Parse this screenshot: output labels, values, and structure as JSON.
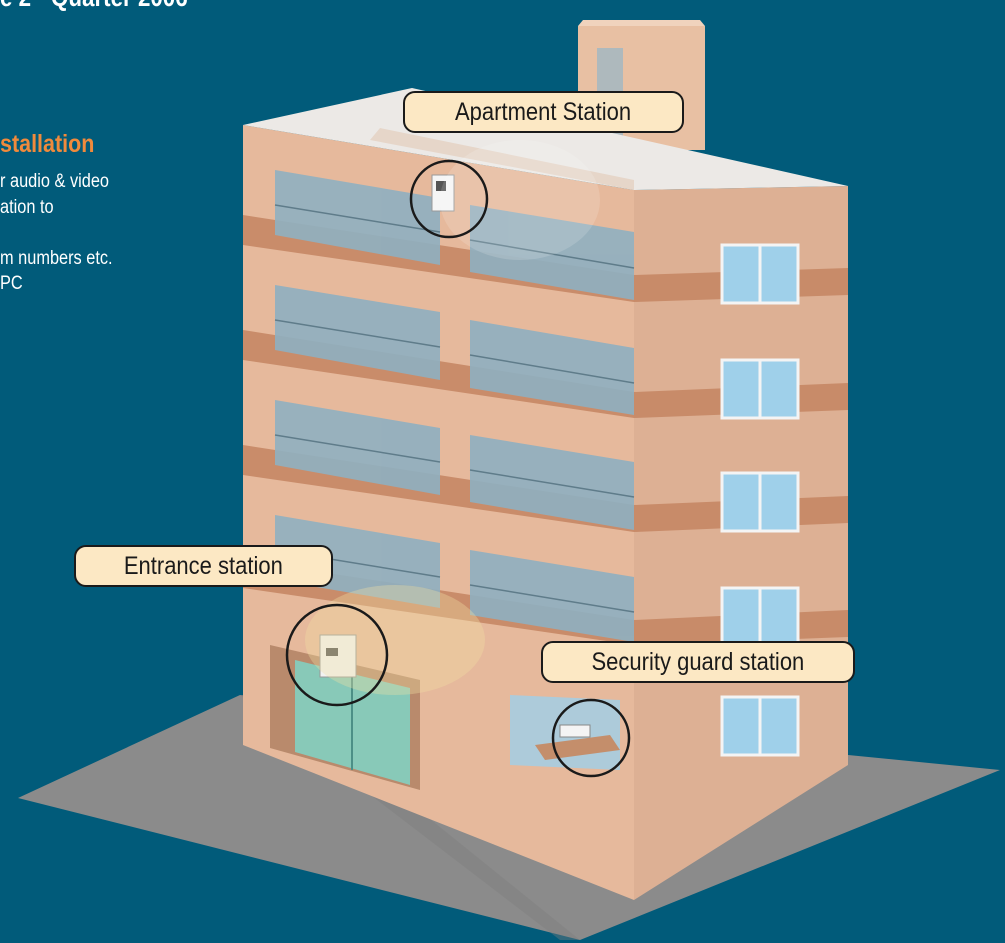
{
  "header": {
    "title": "e 2 · Quarter 2006"
  },
  "section": {
    "title": "stallation",
    "lines": [
      "r audio & video",
      "ation to",
      "m numbers etc.",
      "PC"
    ]
  },
  "callouts": {
    "apartment": "Apartment Station",
    "entrance": "Entrance station",
    "security": "Security guard station"
  },
  "colors": {
    "background": "#015b7a",
    "accent": "#f08a3c",
    "callout_fill": "#fce8c4",
    "building": "#e6b99c",
    "ground": "#8a8a8a"
  }
}
